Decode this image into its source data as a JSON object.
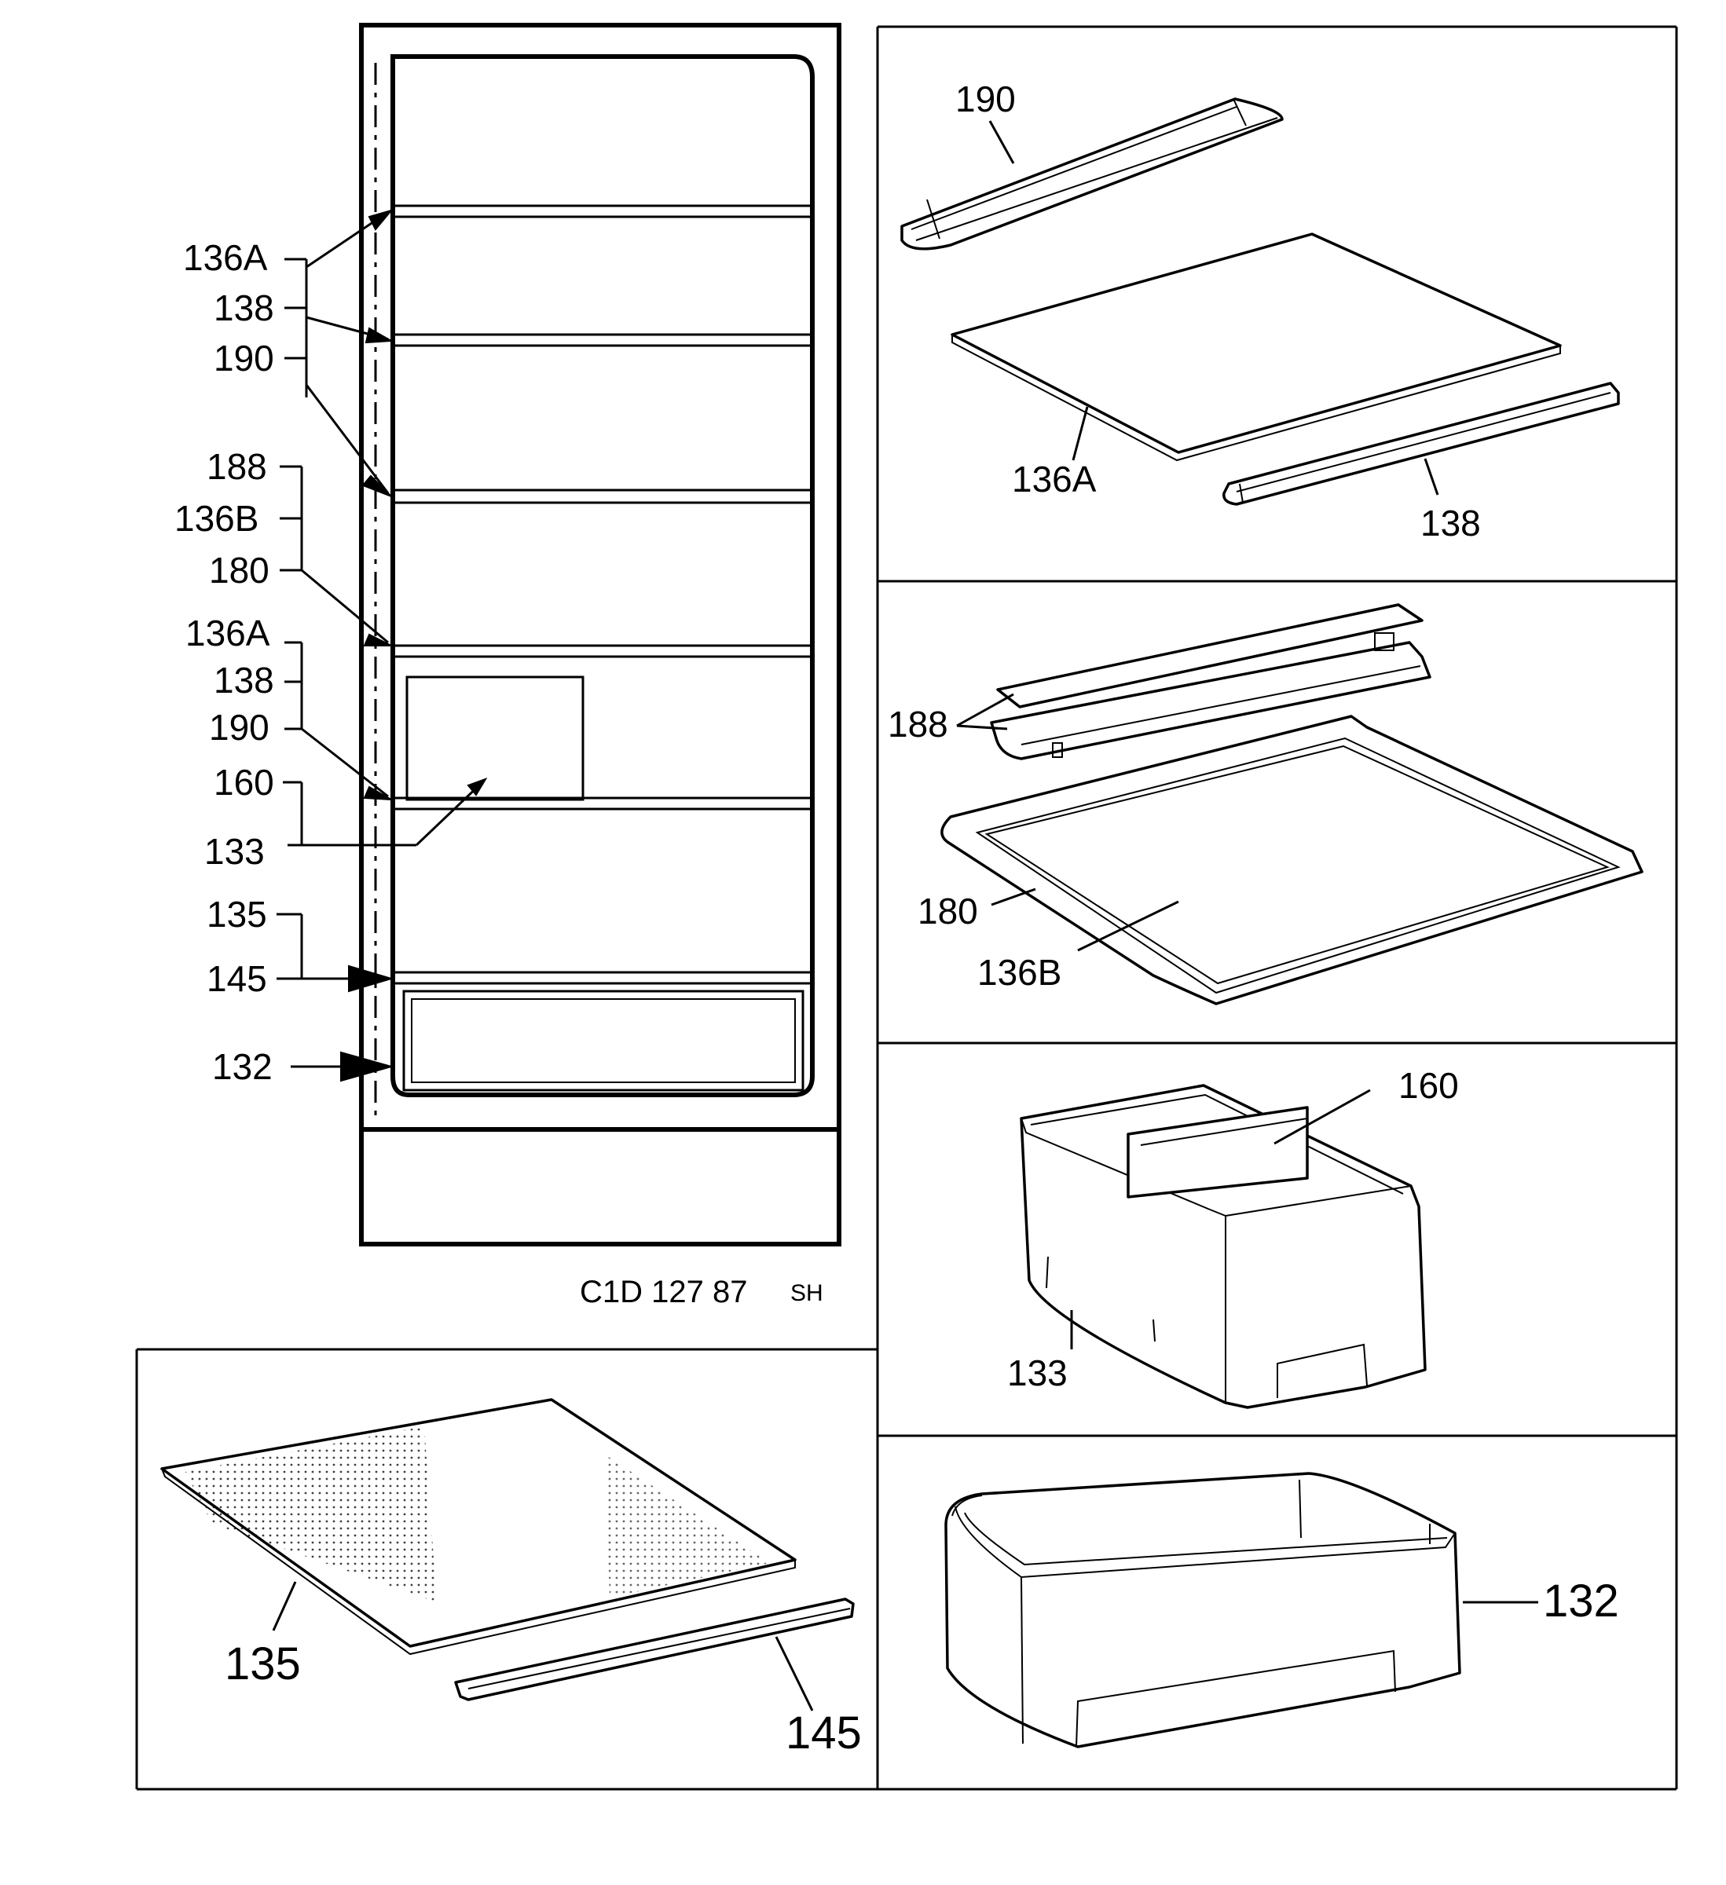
{
  "cabinet_labels": {
    "group1": [
      "136A",
      "138",
      "190"
    ],
    "group2": [
      "188",
      "136B",
      "180"
    ],
    "group3": [
      "136A",
      "138",
      "190",
      "160",
      "133"
    ],
    "group4": [
      "135",
      "145"
    ],
    "single": "132"
  },
  "drawing_code": "C1D 127 87",
  "drawing_suffix": "SH",
  "panels": {
    "shelf_a": {
      "top_rail": "190",
      "glass": "136A",
      "front_trim": "138"
    },
    "shelf_b": {
      "rear_clips": "188",
      "frame": "180",
      "glass": "136B"
    },
    "bin": {
      "divider": "160",
      "box": "133"
    },
    "crisper": {
      "box": "132"
    },
    "bottom_shelf": {
      "glass": "135",
      "trim": "145"
    }
  }
}
